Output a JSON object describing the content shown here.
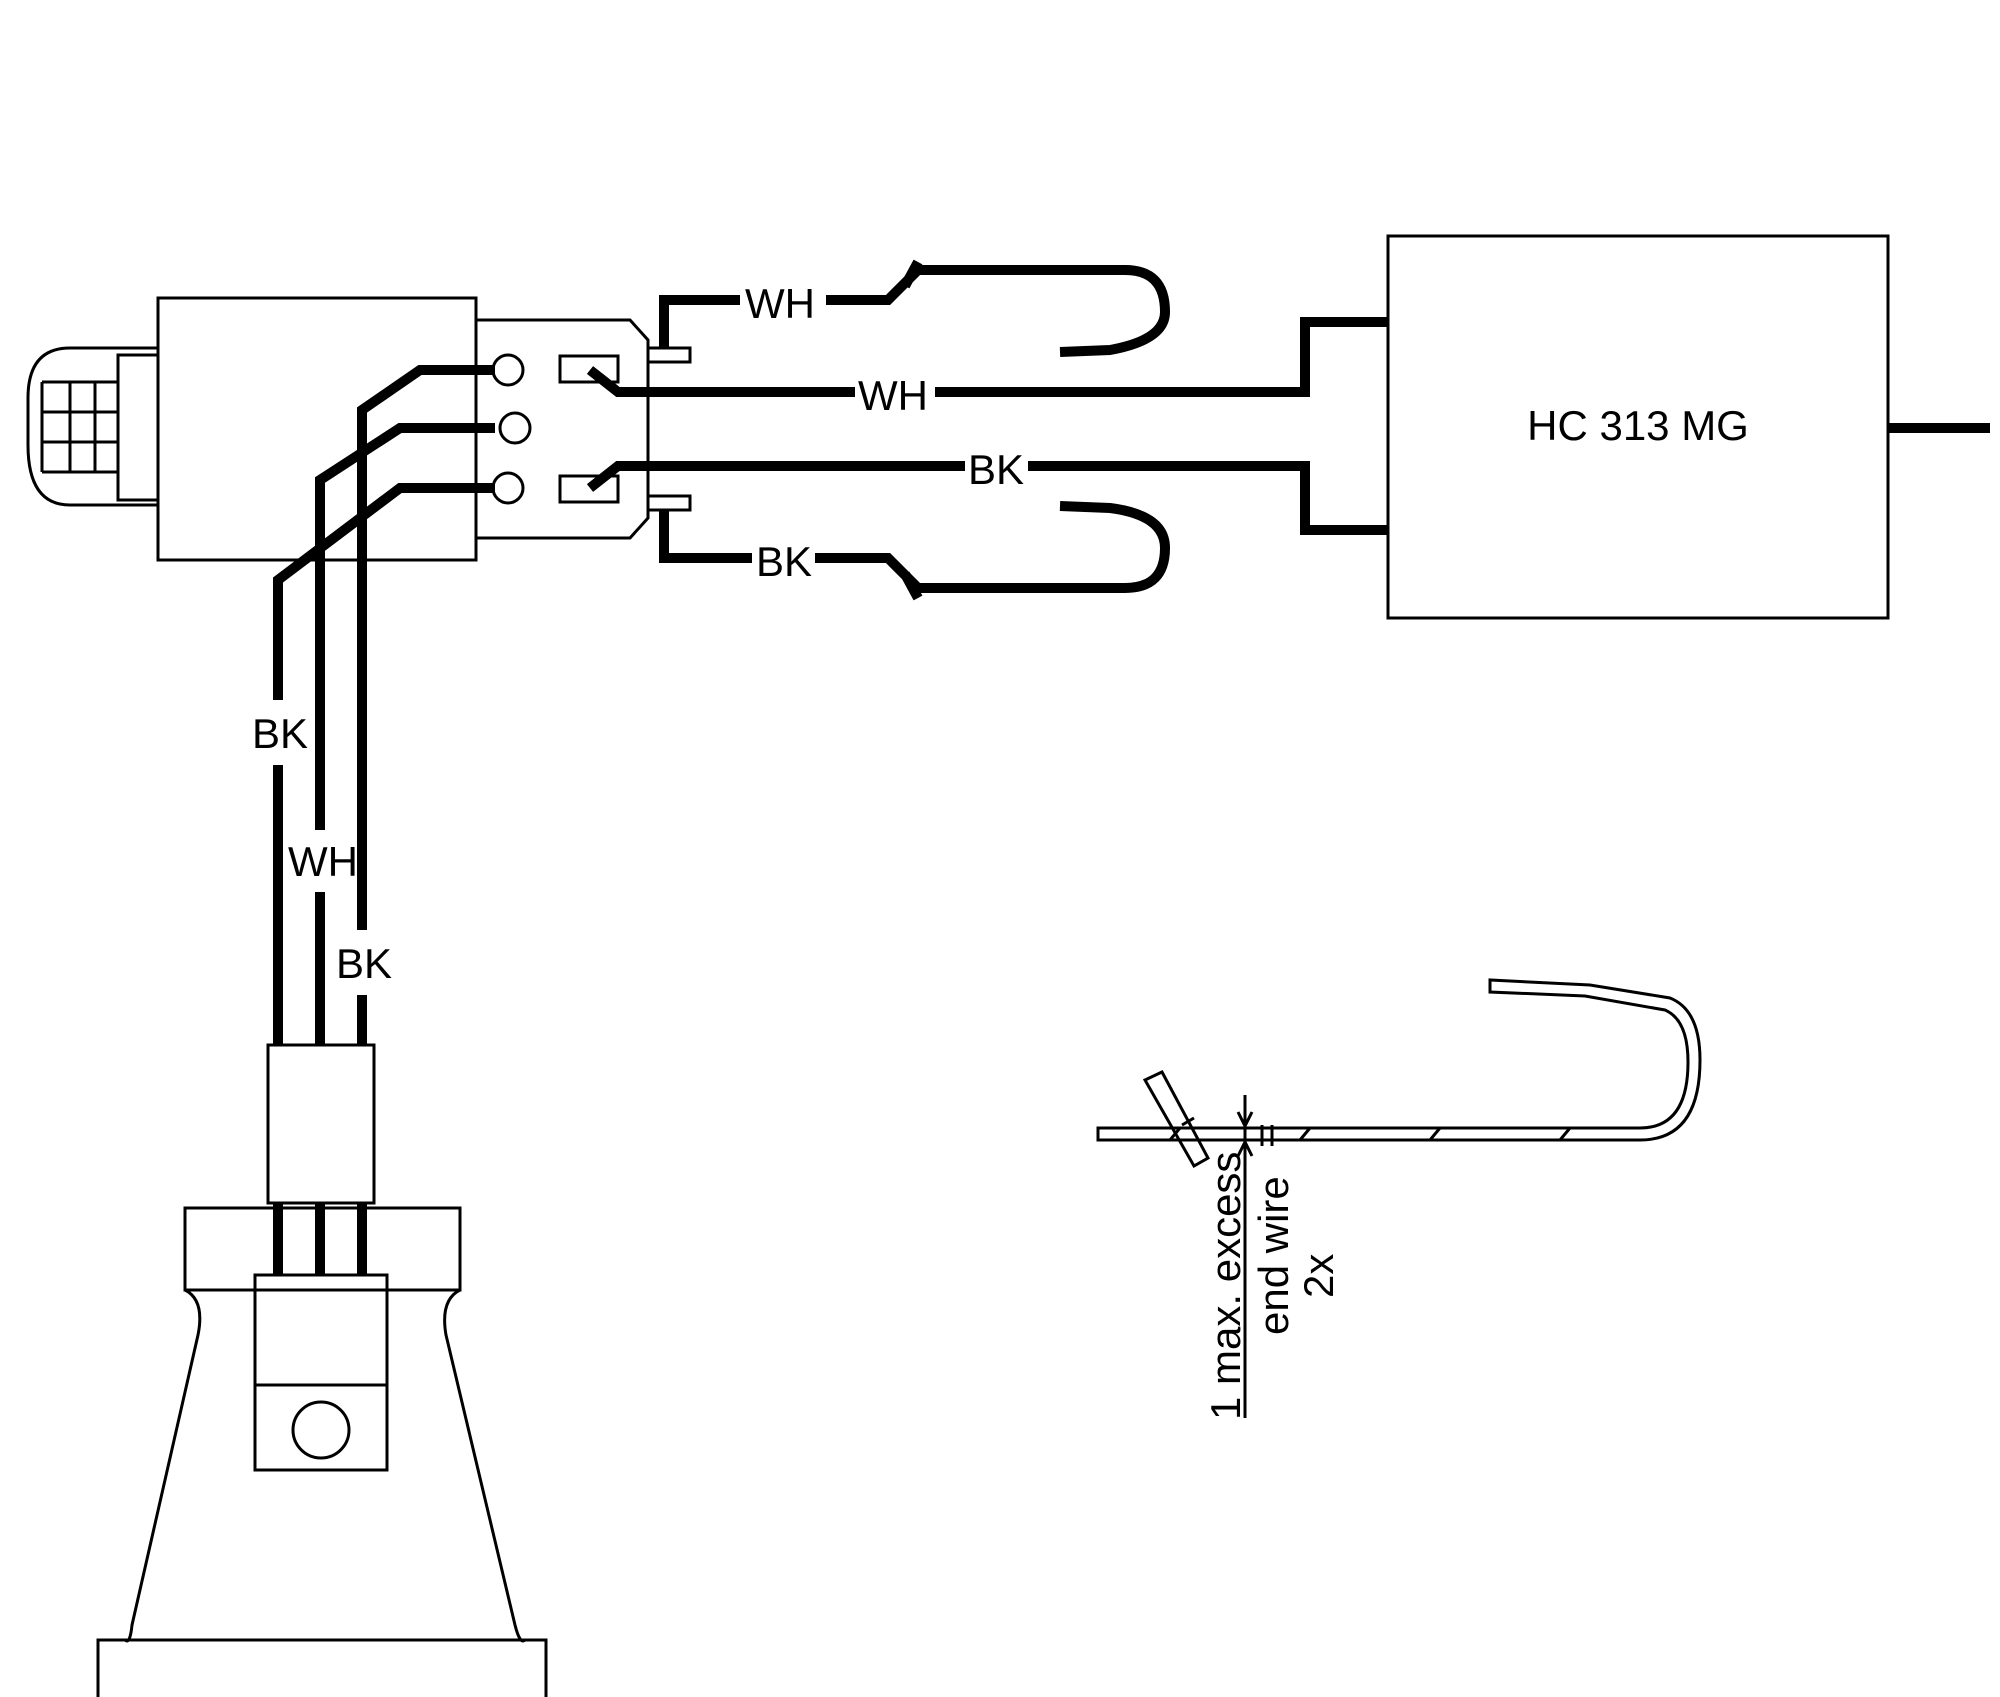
{
  "ballast": {
    "label": "HC 313 MG"
  },
  "wires": {
    "top_loop": "WH",
    "upper_main": "WH",
    "lower_main": "BK",
    "bottom_loop": "BK",
    "vertical_left": "BK",
    "vertical_mid": "WH",
    "vertical_right": "BK"
  },
  "detail": {
    "note_line1": "1 max. excess",
    "note_line2": "end wire",
    "note_line3": "2x"
  }
}
